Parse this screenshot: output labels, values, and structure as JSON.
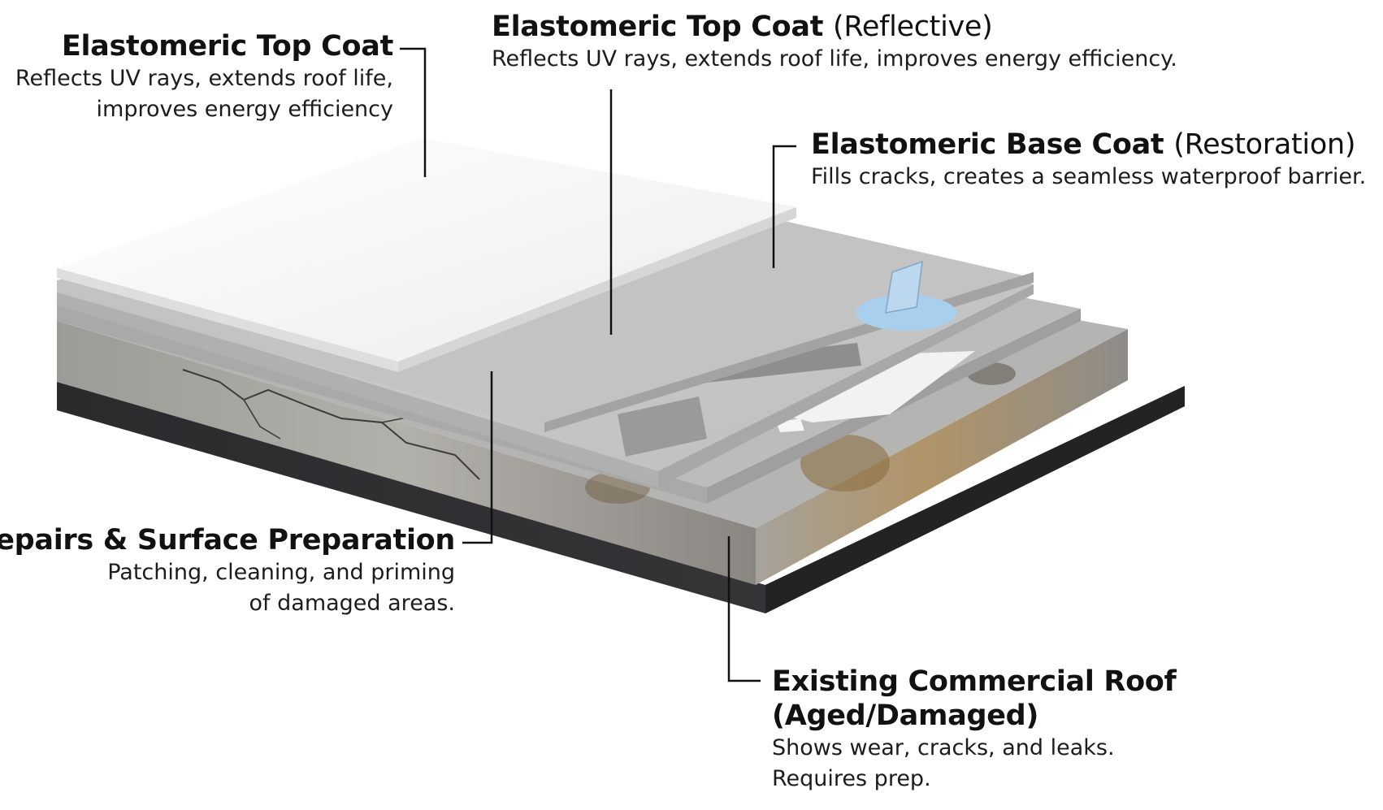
{
  "colors": {
    "top_coat": "#f4f4f4",
    "base_coat": "#c7c7c7",
    "repairs": "#b9b9b9",
    "existing_roof": "#8f8f8d",
    "membrane": "#2a2a2c",
    "patch": "#9a9a9a",
    "drain": "#a8cfee"
  },
  "callouts": {
    "top_coat_left": {
      "title": "Elastomeric Top Coat",
      "desc_line1": "Reflects UV rays, extends roof life,",
      "desc_line2": "improves energy efficiency"
    },
    "top_coat_right": {
      "title": "Elastomeric Top Coat",
      "qualifier": "(Reflective)",
      "desc": "Reflects UV rays, extends roof life, improves energy efficiency."
    },
    "base_coat": {
      "title": "Elastomeric Base Coat",
      "qualifier": "(Restoration)",
      "desc": "Fills cracks, creates a seamless waterproof barrier."
    },
    "repairs": {
      "title": "Repairs & Surface Preparation",
      "desc_line1": "Patching, cleaning, and priming",
      "desc_line2": "of damaged areas."
    },
    "existing_roof": {
      "title_line1": "Existing Commercial Roof",
      "title_line2": "(Aged/Damaged)",
      "desc_line1": "Shows wear, cracks, and leaks.",
      "desc_line2": "Requires prep."
    }
  }
}
